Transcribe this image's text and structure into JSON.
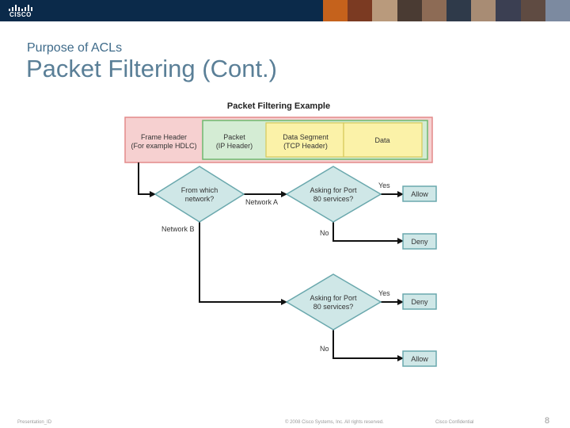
{
  "header": {
    "logo_text": "CISCO"
  },
  "slide": {
    "subtitle": "Purpose of ACLs",
    "title": "Packet Filtering (Cont.)"
  },
  "diagram": {
    "title": "Packet Filtering Example",
    "packet": {
      "frame_header": [
        "Frame Header",
        "(For example HDLC)"
      ],
      "packet": [
        "Packet",
        "(IP Header)"
      ],
      "segment": [
        "Data Segment",
        "(TCP Header)"
      ],
      "data": "Data"
    },
    "decisions": {
      "network": [
        "From which",
        "network?"
      ],
      "port_a": [
        "Asking for Port",
        "80 services?"
      ],
      "port_b": [
        "Asking for Port",
        "80 services?"
      ]
    },
    "labels": {
      "network_a": "Network A",
      "network_b": "Network B",
      "yes_a": "Yes",
      "no_a": "No",
      "yes_b": "Yes",
      "no_b": "No"
    },
    "outcomes": {
      "a_yes": "Allow",
      "a_no": "Deny",
      "b_yes": "Deny",
      "b_no": "Allow"
    }
  },
  "footer": {
    "presentation_id": "Presentation_ID",
    "copyright": "© 2008 Cisco Systems, Inc. All rights reserved.",
    "confidential": "Cisco Confidential",
    "page_number": "8"
  },
  "colors": {
    "header_bg": "#0b2a4a",
    "frame_fill": "#f6d0d0",
    "frame_stroke": "#e38a8a",
    "packet_fill": "#d4ecd4",
    "packet_stroke": "#6fb86f",
    "segment_fill": "#fbf2a8",
    "segment_stroke": "#d6c95a",
    "decision_fill": "#cfe7e7",
    "decision_stroke": "#6aa8ad",
    "outcome_fill": "#cfe7e7",
    "outcome_stroke": "#6aa8ad"
  }
}
